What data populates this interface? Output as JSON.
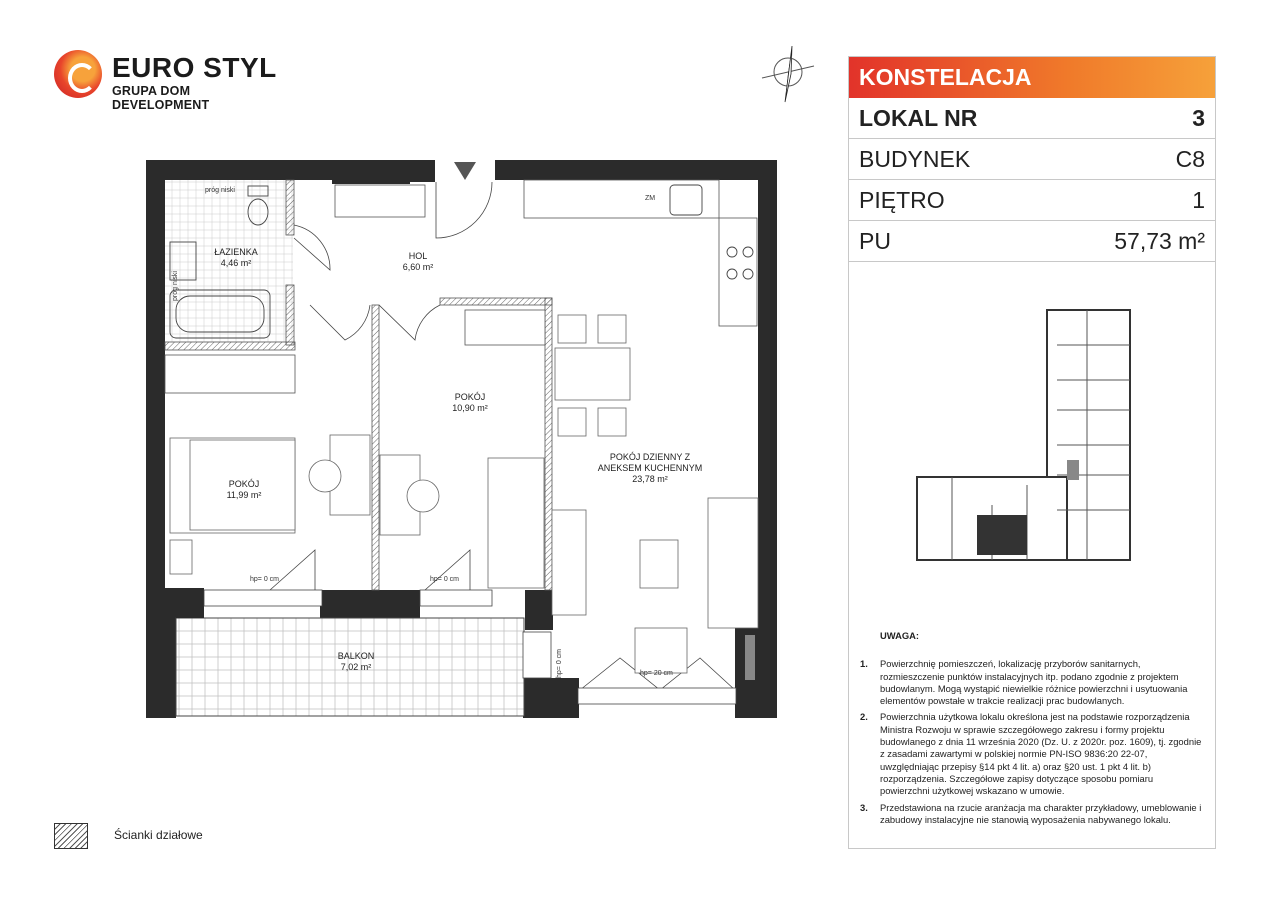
{
  "logo": {
    "brand": "EURO STYL",
    "group": "GRUPA DOM DEVELOPMENT"
  },
  "panel": {
    "title": "KONSTELACJA",
    "rows": [
      {
        "label": "LOKAL NR",
        "value": "3"
      },
      {
        "label": "BUDYNEK",
        "value": "C8"
      },
      {
        "label": "PIĘTRO",
        "value": "1"
      },
      {
        "label": "PU",
        "value": "57,73 m²"
      }
    ]
  },
  "notes": {
    "title": "UWAGA:",
    "items": [
      {
        "num": "1.",
        "text": "Powierzchnię pomieszczeń, lokalizację przyborów sanitarnych, rozmieszczenie punktów instalacyjnych itp. podano zgodnie z projektem budowlanym. Mogą wystąpić niewielkie różnice powierzchni i usytuowania elementów powstałe w trakcie realizacji prac budowlanych."
      },
      {
        "num": "2.",
        "text": "Powierzchnia użytkowa lokalu określona jest na podstawie rozporządzenia Ministra Rozwoju w sprawie szczegółowego zakresu i formy projektu budowlanego z dnia 11 września 2020 (Dz. U. z 2020r. poz. 1609), tj. zgodnie z zasadami zawartymi w polskiej normie PN-ISO 9836:20 22-07, uwzględniając przepisy §14 pkt 4 lit. a) oraz §20 ust. 1 pkt 4 lit. b) rozporządzenia. Szczegółowe zapisy dotyczące sposobu pomiaru powierzchni użytkowej wskazano w umowie."
      },
      {
        "num": "3.",
        "text": "Przedstawiona na rzucie aranżacja ma charakter przykładowy, umeblowanie i zabudowy instalacyjne nie stanowią wyposażenia nabywanego lokalu."
      }
    ]
  },
  "legend": {
    "label": "Ścianki działowe"
  },
  "plan": {
    "bathroom": {
      "name": "ŁAZIENKA",
      "area": "4,46 m²"
    },
    "hall": {
      "name": "HOL",
      "area": "6,60 m²"
    },
    "room1": {
      "name": "POKÓJ",
      "area": "10,90 m²"
    },
    "room2": {
      "name": "POKÓJ",
      "area": "11,99 m²"
    },
    "living": {
      "name": "POKÓJ DZIENNY Z ANEKSEM KUCHENNYM",
      "area": "23,78 m²"
    },
    "balcony": {
      "name": "BALKON",
      "area": "7,02 m²"
    },
    "threshold_low": "próg niski",
    "threshold_low2": "próg niski",
    "h0_a": "hp= 0 cm",
    "h0_b": "hp= 0 cm",
    "h0_c": "hp= 0 cm",
    "h20": "hp= 20 cm",
    "zm": "ZM"
  }
}
